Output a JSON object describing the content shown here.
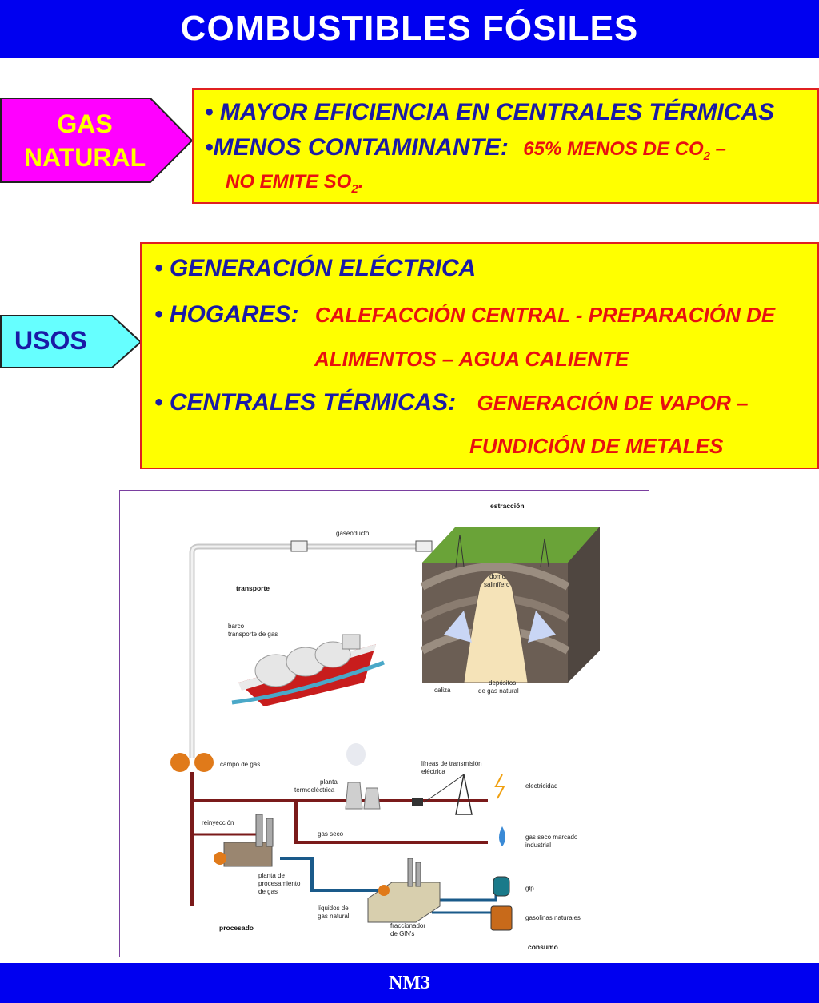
{
  "title": "COMBUSTIBLES FÓSILES",
  "footer": "NM3",
  "gas_natural": {
    "label_line1": "GAS",
    "label_line2": "NATURAL",
    "bullet1": "•  MAYOR EFICIENCIA EN CENTRALES TÉRMICAS",
    "bullet2_lead": "•MENOS CONTAMINANTE:",
    "bullet2_detail_a": "65% MENOS DE CO",
    "bullet2_sub_a": "2",
    "bullet2_dash": " –",
    "bullet2_detail_b": "NO EMITE  SO",
    "bullet2_sub_b": "2",
    "bullet2_end": "."
  },
  "usos": {
    "label": "USOS",
    "item1": "• GENERACIÓN ELÉCTRICA",
    "item2_lead": "•  HOGARES:",
    "item2_detail_a": "CALEFACCIÓN  CENTRAL -  PREPARACIÓN  DE",
    "item2_detail_b": "ALIMENTOS – AGUA CALIENTE",
    "item3_lead": "• CENTRALES TÉRMICAS:",
    "item3_detail_a": "GENERACIÓN DE VAPOR –",
    "item3_detail_b": "FUNDICIÓN DE METALES"
  },
  "diagram": {
    "extraccion": "estracción",
    "gaseoducto": "gaseoducto",
    "transporte": "transporte",
    "domo1": "domo",
    "domo2": "salinífero",
    "barco1": "barco",
    "barco2": "transporte de gas",
    "caliza": "caliza",
    "depositos1": "depósitos",
    "depositos2": "de gas natural",
    "campo": "campo de gas",
    "planta_t1": "planta",
    "planta_t2": "termoeléctrica",
    "lineas1": "líneas de transmisión",
    "lineas2": "eléctrica",
    "electricidad": "electricidad",
    "reinyeccion": "reinyección",
    "gas_seco": "gas seco",
    "gas_marcado1": "gas seco marcado",
    "gas_marcado2": "industrial",
    "planta_p1": "planta de",
    "planta_p2": "procesamiento",
    "planta_p3": "de gas",
    "glp": "glp",
    "liquidos1": "líquidos de",
    "liquidos2": "gas natural",
    "gasolinas": "gasolinas naturales",
    "procesado": "procesado",
    "fraccionador1": "fraccionador",
    "fraccionador2": "de GlN's",
    "consumo": "consumo"
  },
  "colors": {
    "bar": "#0000f0",
    "yellow_box": "#ffff00",
    "magenta_arrow": "#ff00ff",
    "cyan_arrow": "#66ffff",
    "text_blue": "#1a1aa6",
    "text_red": "#e81010",
    "label_yellow": "#ffff00"
  }
}
